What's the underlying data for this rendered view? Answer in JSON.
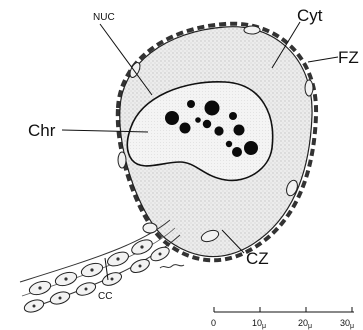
{
  "labels": {
    "nucleus": "NUC",
    "cytoplasm": "Cyt",
    "follicle_zone": "FZ",
    "chromatin": "Chr",
    "cortical_zone": "CZ",
    "cell_contact": "CC"
  },
  "scale_bar": {
    "ticks": [
      {
        "value": "0",
        "unit": ""
      },
      {
        "value": "10",
        "unit": "μ"
      },
      {
        "value": "20",
        "unit": "μ"
      },
      {
        "value": "30",
        "unit": "μ"
      }
    ]
  },
  "colors": {
    "ink": "#111111",
    "cell_fill": "#e9e9e9",
    "nucleus_fill": "#f6f6f6"
  }
}
